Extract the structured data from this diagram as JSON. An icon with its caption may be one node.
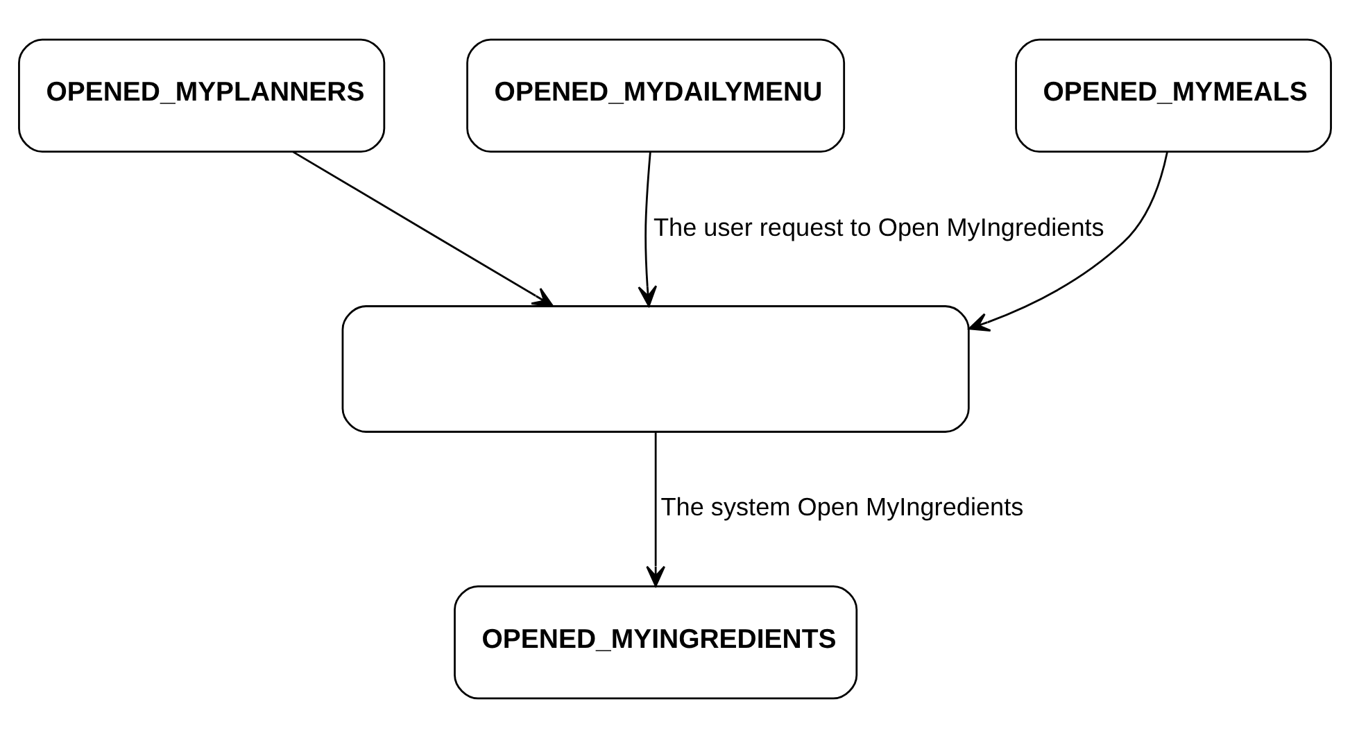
{
  "diagram": {
    "nodes": [
      {
        "text": [
          "OPENED_MYPLANNERS"
        ]
      },
      {
        "text": [
          "OPENED_MYDAILYMENU"
        ]
      },
      {
        "text": [
          "OPENED_MYMEALS"
        ]
      },
      {
        "text": [],
        "shape": "box"
      },
      {
        "text": [
          "OPENED_MYINGREDIENTS"
        ]
      }
    ],
    "edges": [
      {
        "from": 0,
        "to": 3,
        "arrow": "to"
      },
      {
        "from": 1,
        "to": 3,
        "arrow": "to",
        "label": "The user request to Open MyIngredients"
      },
      {
        "from": 2,
        "to": 3,
        "arrow": "to"
      },
      {
        "from": 3,
        "to": 4,
        "arrow": "to",
        "label": "The system Open MyIngredients"
      }
    ]
  }
}
